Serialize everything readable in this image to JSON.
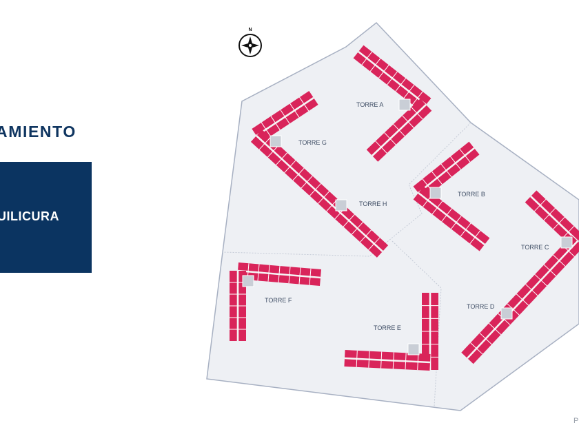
{
  "heading": "AMIENTO",
  "location_label": "UILICURA",
  "corner_note": "P",
  "compass_letter": "N",
  "towers": [
    "TORRE A",
    "TORRE B",
    "TORRE C",
    "TORRE D",
    "TORRE E",
    "TORRE F",
    "TORRE G",
    "TORRE H"
  ],
  "colors": {
    "navy": "#0b3461",
    "unit": "#d9245a",
    "lot": "#eef0f4",
    "lot_border": "#a7b0c2",
    "core": "#c9ced6"
  }
}
